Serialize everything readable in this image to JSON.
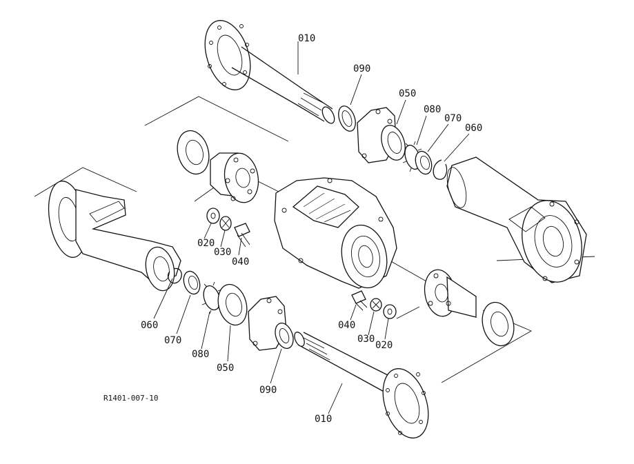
{
  "diagram": {
    "reference_code": "R1401-007-10",
    "callouts": [
      {
        "id": "top-010",
        "label": "010"
      },
      {
        "id": "top-090",
        "label": "090"
      },
      {
        "id": "top-050",
        "label": "050"
      },
      {
        "id": "top-080",
        "label": "080"
      },
      {
        "id": "top-070",
        "label": "070"
      },
      {
        "id": "top-060",
        "label": "060"
      },
      {
        "id": "mid-020",
        "label": "020"
      },
      {
        "id": "mid-030",
        "label": "030"
      },
      {
        "id": "mid-040",
        "label": "040"
      },
      {
        "id": "left-060",
        "label": "060"
      },
      {
        "id": "left-070",
        "label": "070"
      },
      {
        "id": "left-080",
        "label": "080"
      },
      {
        "id": "left-050",
        "label": "050"
      },
      {
        "id": "bottom-090",
        "label": "090"
      },
      {
        "id": "bottom-010",
        "label": "010"
      },
      {
        "id": "right-040",
        "label": "040"
      },
      {
        "id": "right-030",
        "label": "030"
      },
      {
        "id": "right-020",
        "label": "020"
      }
    ]
  }
}
